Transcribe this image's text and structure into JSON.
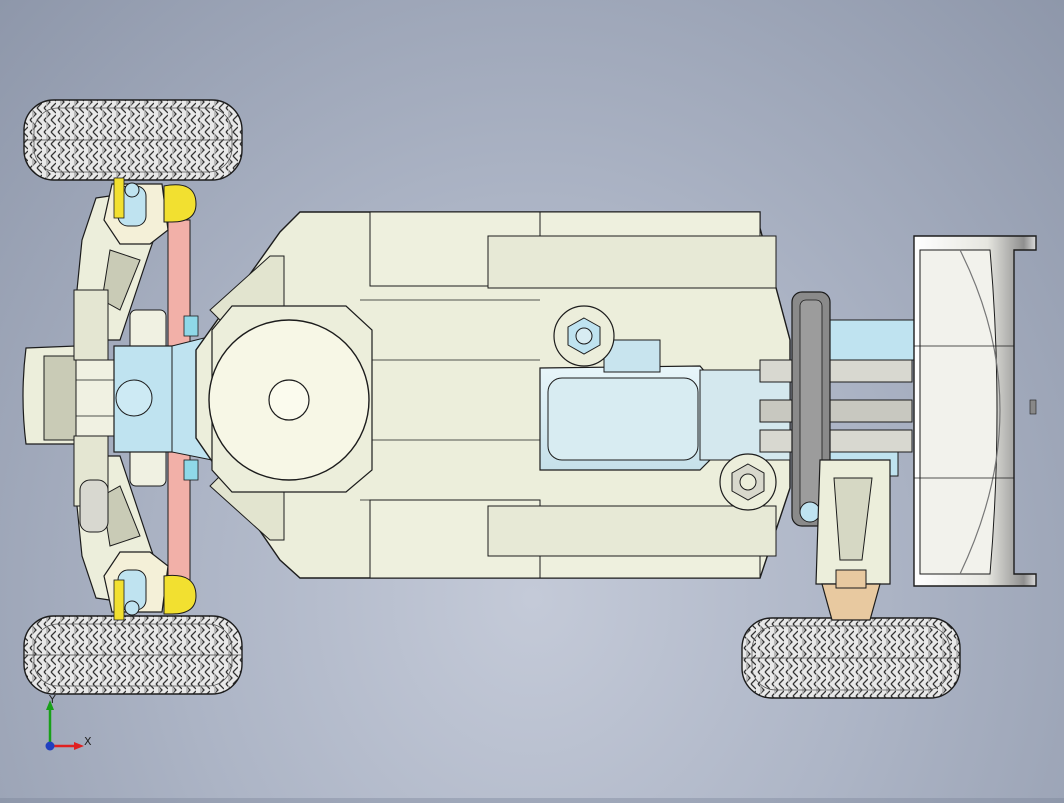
{
  "viewport": {
    "model": "rc-buggy-chassis",
    "view_orientation": "top",
    "background_gradient": [
      "#c4cad8",
      "#8e97aa"
    ]
  },
  "triad": {
    "x_label": "X",
    "y_label": "Y",
    "x_color": "#e02020",
    "y_color": "#18a018",
    "origin_color": "#2040c0"
  },
  "colors": {
    "chassis": "#eceedb",
    "chassis_dark": "#c9cbb6",
    "gear": "#d8ecf2",
    "hardware_blue": "#bfe3f0",
    "tie_rod": "#f2b0a8",
    "ball_joint": "#f2e030",
    "tire": "#e6e6e6",
    "rod_end": "#e8c9a0",
    "outline": "#1c1c1c"
  }
}
